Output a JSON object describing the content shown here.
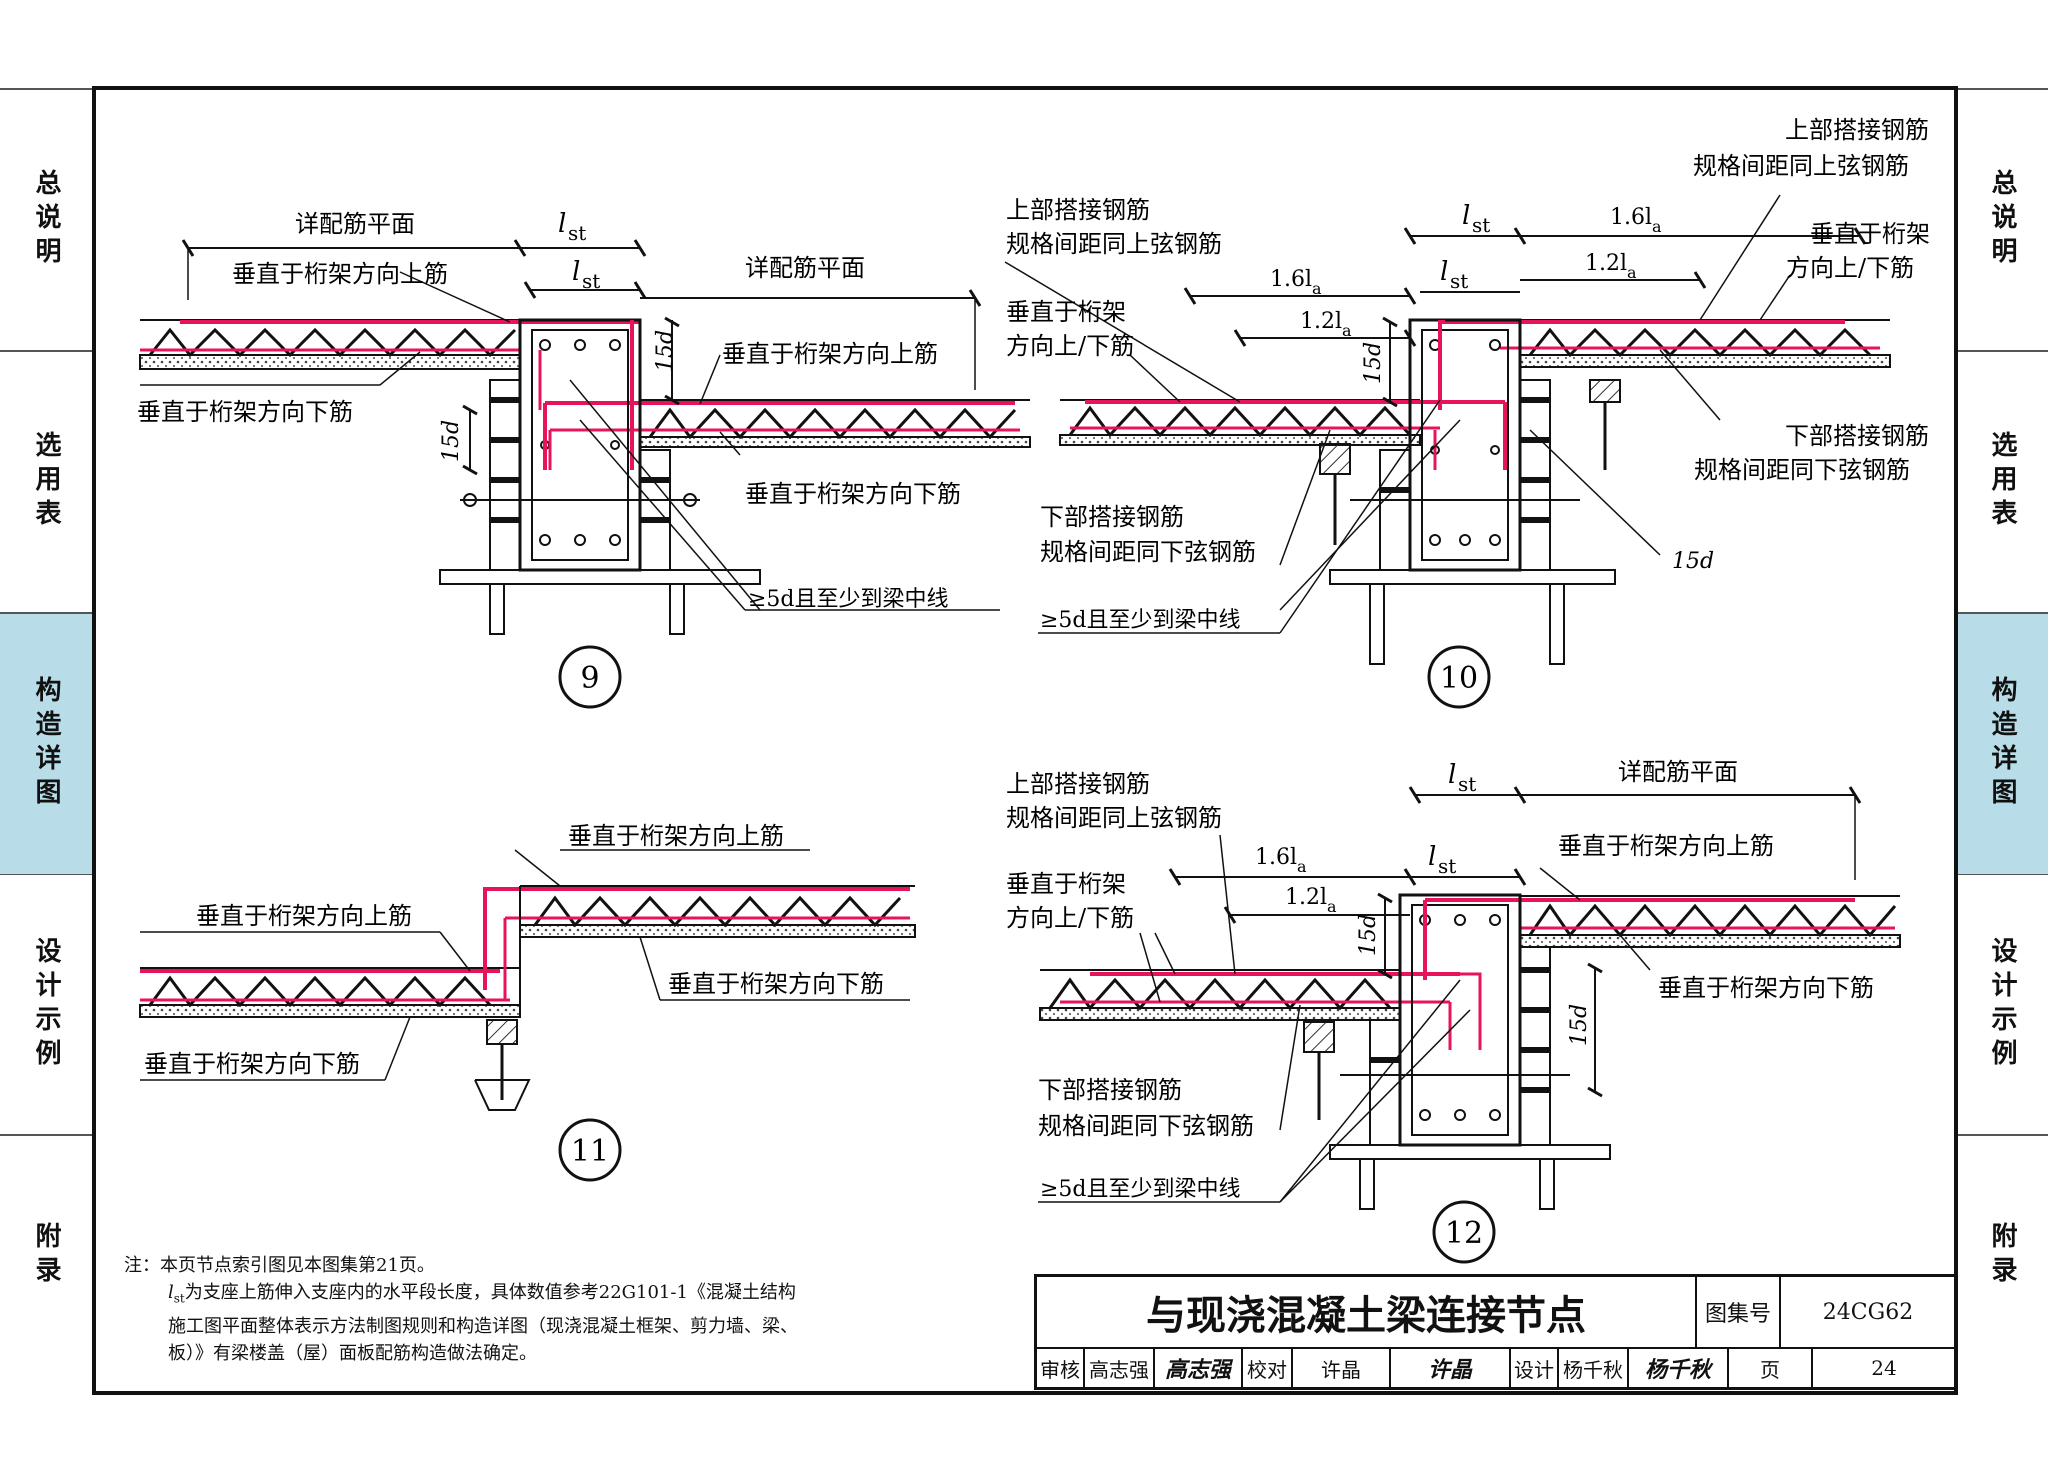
{
  "sidebar": {
    "left": [
      "总说明",
      "选用表",
      "构造详图",
      "设计示例",
      "附录"
    ],
    "right": [
      "总说明",
      "选用表",
      "构造详图",
      "设计示例",
      "附录"
    ],
    "active_index": 2
  },
  "colors": {
    "rebar": "#e8145a",
    "active_tab": "#b8dde9",
    "line": "#111111"
  },
  "details": {
    "d9": {
      "number": "9",
      "det_plane_left": "详配筋平面",
      "det_plane_right": "详配筋平面",
      "lst_1": "l",
      "lst_sub": "st",
      "top_bar_left": "垂直于桁架方向上筋",
      "top_bar_right": "垂直于桁架方向上筋",
      "bottom_bar_left": "垂直于桁架方向下筋",
      "bottom_bar_right": "垂直于桁架方向下筋",
      "dim_15d_a": "15d",
      "dim_15d_b": "15d",
      "anchor_note": "≥5d且至少到梁中线"
    },
    "d10": {
      "number": "10",
      "lap_top_l1": "上部搭接钢筋",
      "lap_top_l2": "规格间距同上弦钢筋",
      "lap_top_r1": "上部搭接钢筋",
      "lap_top_r2": "规格间距同上弦钢筋",
      "truss_l1": "垂直于桁架",
      "truss_l2": "方向上/下筋",
      "truss_r1": "垂直于桁架",
      "truss_r2": "方向上/下筋",
      "lap_bot_l1": "下部搭接钢筋",
      "lap_bot_l2": "规格间距同下弦钢筋",
      "lap_bot_r1": "下部搭接钢筋",
      "lap_bot_r2": "规格间距同下弦钢筋",
      "dim_16la": "1.6l",
      "dim_12la": "1.2l",
      "dim_16la_r": "1.6l",
      "dim_12la_r": "1.2l",
      "la_sub": "a",
      "dim_15d": "15d",
      "dim_15d_r": "15d",
      "anchor_note": "≥5d且至少到梁中线"
    },
    "d11": {
      "number": "11",
      "top_bar_upper": "垂直于桁架方向上筋",
      "top_bar_left": "垂直于桁架方向上筋",
      "bottom_bar_right": "垂直于桁架方向下筋",
      "bottom_bar_left": "垂直于桁架方向下筋"
    },
    "d12": {
      "number": "12",
      "lap_top_1": "上部搭接钢筋",
      "lap_top_2": "规格间距同上弦钢筋",
      "truss_1": "垂直于桁架",
      "truss_2": "方向上/下筋",
      "lap_bot_1": "下部搭接钢筋",
      "lap_bot_2": "规格间距同下弦钢筋",
      "det_plane": "详配筋平面",
      "top_bar": "垂直于桁架方向上筋",
      "bottom_bar": "垂直于桁架方向下筋",
      "dim_16la": "1.6l",
      "dim_12la": "1.2l",
      "dim_15d_a": "15d",
      "dim_15d_b": "15d",
      "anchor_note": "≥5d且至少到梁中线"
    }
  },
  "notes": {
    "line1": "注：本页节点索引图见本图集第21页。",
    "line2": "为支座上筋伸入支座内的水平段长度，具体数值参考22G101-1《混凝土结构",
    "line2_sym": "l",
    "line2_sub": "st",
    "line3": "施工图平面整体表示方法制图规则和构造详图（现浇混凝土框架、剪力墙、梁、",
    "line4": "板）》有梁楼盖（屋）面板配筋构造做法确定。"
  },
  "title_block": {
    "title": "与现浇混凝土梁连接节点",
    "atlas_label": "图集号",
    "atlas_no": "24CG62",
    "review_label": "审核",
    "reviewer": "高志强",
    "reviewer_sig": "高志强",
    "check_label": "校对",
    "checker": "许晶",
    "checker_sig": "许晶",
    "design_label": "设计",
    "designer": "杨千秋",
    "designer_sig": "杨千秋",
    "page_label": "页",
    "page_no": "24"
  }
}
